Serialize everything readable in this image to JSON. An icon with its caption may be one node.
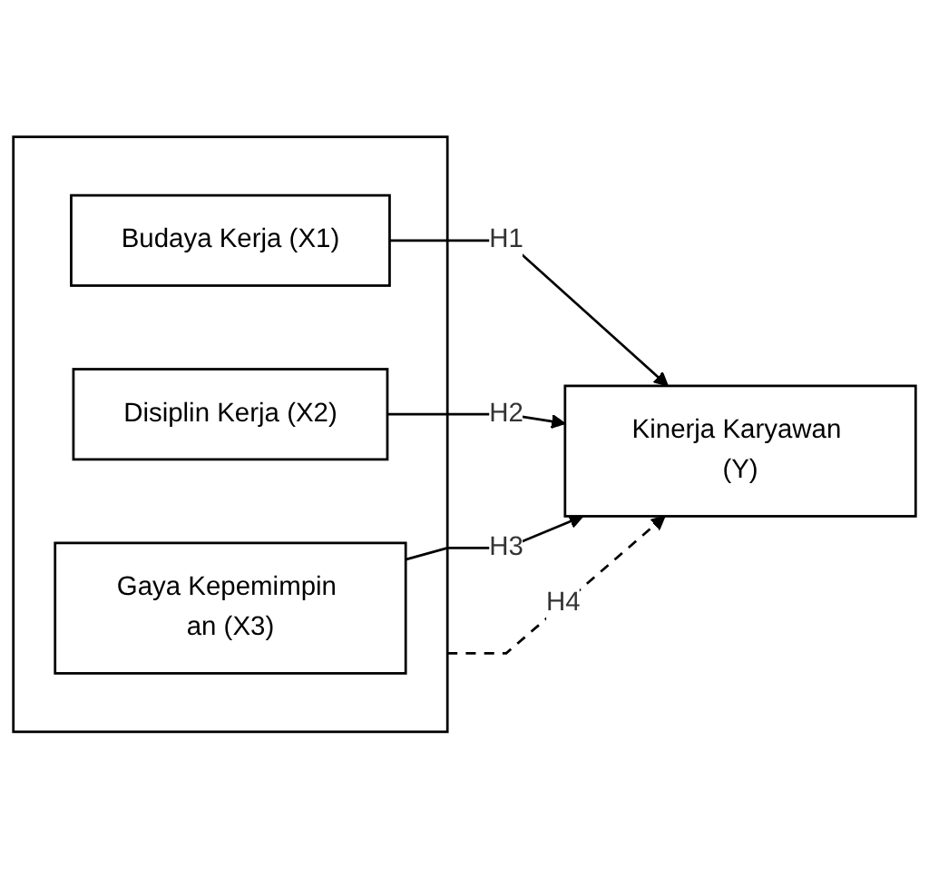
{
  "diagram": {
    "nodes": [
      {
        "text": [],
        "shape": "box"
      },
      {
        "text": [
          "Budaya Kerja (X1)"
        ],
        "in": 0
      },
      {
        "text": [
          "Disiplin Kerja (X2)"
        ],
        "in": 0
      },
      {
        "text": [
          "Gaya Kepemimpin an (X3)"
        ],
        "in": 0
      },
      {
        "text": [
          "Kinerja Karyawan (Y)"
        ]
      }
    ],
    "edges": [
      {
        "from": 1,
        "to": 4,
        "arrow": "to",
        "label": "H1"
      },
      {
        "from": 2,
        "to": 4,
        "arrow": "to",
        "label": "H2"
      },
      {
        "from": 3,
        "to": 4,
        "arrow": "to",
        "label": "H3"
      },
      {
        "from": 0,
        "to": 4,
        "arrow": "to",
        "label": "H4",
        "style": "dashed"
      }
    ]
  }
}
